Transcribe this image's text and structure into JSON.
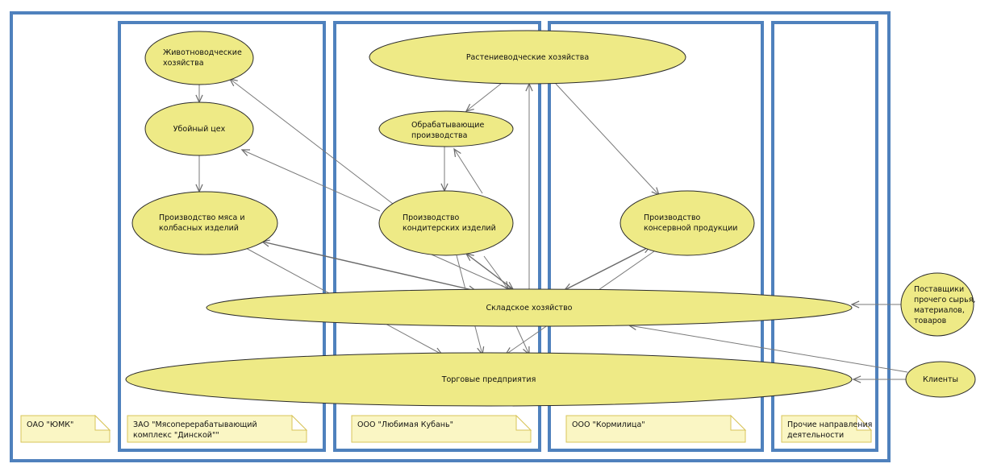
{
  "diagram": {
    "type": "use-case / organizational flow diagram",
    "colors": {
      "frame": "#4f81bd",
      "node_fill": "#eeea86",
      "node_stroke": "#2b2b2b",
      "note_fill": "#faf6c4",
      "note_stroke": "#d8c45a",
      "edge": "#7a7a7a"
    },
    "frames": [
      {
        "id": "outer",
        "label": "ОАО \"ЮМК\""
      },
      {
        "id": "dinskoy",
        "label": "ЗАО \"Мясоперерабатывающий комплекс \"Динской\"\"",
        "lines": [
          "ЗАО \"Мясоперерабатывающий",
          "комплекс \"Динской\"\""
        ]
      },
      {
        "id": "kuban",
        "label": "ООО \"Любимая Кубань\""
      },
      {
        "id": "kormilica",
        "label": "ООО \"Кормилица\""
      },
      {
        "id": "other",
        "label": "Прочие направления деятельности",
        "lines": [
          "Прочие направления",
          "деятельности"
        ]
      }
    ],
    "nodes": [
      {
        "id": "livestock",
        "lines": [
          "Животноводческие",
          "хозяйства"
        ]
      },
      {
        "id": "slaughter",
        "lines": [
          "Убойный цех"
        ]
      },
      {
        "id": "meat",
        "lines": [
          "Производство мяса и",
          "колбасных изделий"
        ]
      },
      {
        "id": "crop",
        "lines": [
          "Растениеводческие хозяйства"
        ]
      },
      {
        "id": "processing",
        "lines": [
          "Обрабатывающие",
          "производства"
        ]
      },
      {
        "id": "confectionery",
        "lines": [
          "Производство",
          "кондитерских изделий"
        ]
      },
      {
        "id": "canned",
        "lines": [
          "Производство",
          "консервной продукции"
        ]
      },
      {
        "id": "warehouse",
        "lines": [
          "Складское хозяйство"
        ]
      },
      {
        "id": "trade",
        "lines": [
          "Торговые предприятия"
        ]
      },
      {
        "id": "suppliers",
        "lines": [
          "Поставщики",
          "прочего сырья,",
          "материалов,",
          "товаров"
        ]
      },
      {
        "id": "clients",
        "lines": [
          "Клиенты"
        ]
      }
    ],
    "edges": [
      {
        "from": "livestock",
        "to": "slaughter"
      },
      {
        "from": "slaughter",
        "to": "meat"
      },
      {
        "from": "confectionery",
        "to": "livestock"
      },
      {
        "from": "confectionery",
        "to": "slaughter"
      },
      {
        "from": "crop",
        "to": "processing"
      },
      {
        "from": "processing",
        "to": "confectionery"
      },
      {
        "from": "warehouse",
        "to": "processing"
      },
      {
        "from": "warehouse",
        "to": "crop"
      },
      {
        "from": "crop",
        "to": "canned"
      },
      {
        "from": "meat",
        "to": "warehouse",
        "bidirectional": true
      },
      {
        "from": "meat",
        "to": "trade"
      },
      {
        "from": "confectionery",
        "to": "warehouse",
        "bidirectional": true
      },
      {
        "from": "confectionery",
        "to": "trade"
      },
      {
        "from": "canned",
        "to": "warehouse",
        "bidirectional": true
      },
      {
        "from": "canned",
        "to": "trade"
      },
      {
        "from": "warehouse",
        "to": "trade"
      },
      {
        "from": "suppliers",
        "to": "warehouse"
      },
      {
        "from": "clients",
        "to": "warehouse"
      },
      {
        "from": "clients",
        "to": "trade"
      }
    ]
  }
}
